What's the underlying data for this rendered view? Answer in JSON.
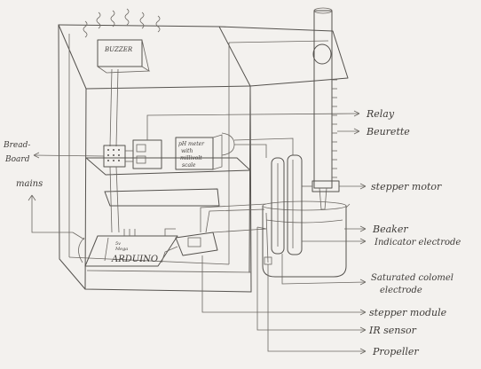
{
  "labels": {
    "buzzer": "BUZZER",
    "breadboard_line1": "Bread-",
    "breadboard_line2": "Board",
    "mains": "mains",
    "ph_meter_line1": "pH meter",
    "ph_meter_line2": "with",
    "ph_meter_line3": "millivolt",
    "ph_meter_line4": "scale",
    "arduino_small_line1": "5v",
    "arduino_small_line2": "Mega",
    "arduino": "ARDUINO",
    "relay": "Relay",
    "burette": "Beurette",
    "stepper_motor": "stepper motor",
    "beaker": "Beaker",
    "indicator_electrode": "Indicator electrode",
    "saturated_calomel_line1": "Saturated colomel",
    "saturated_calomel_line2": "electrode",
    "stepper_module": "stepper module",
    "ir_sensor": "IR sensor",
    "propeller": "Propeller"
  },
  "colors": {
    "paper": "#f3f1ee",
    "ink": "#55524e",
    "text": "#3e3b38"
  }
}
